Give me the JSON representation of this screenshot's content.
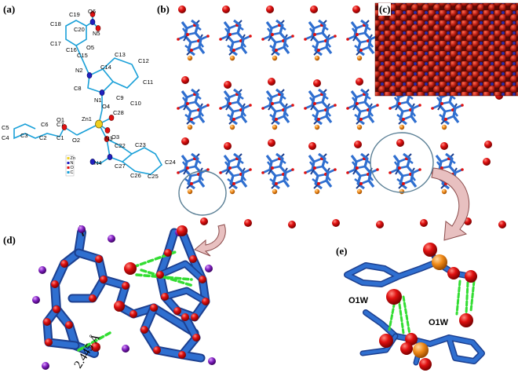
{
  "panels": {
    "a": "(a)",
    "b": "(b)",
    "c": "(c)",
    "d": "(d)",
    "e": "(e)"
  },
  "panel_a": {
    "atoms": [
      "O6",
      "C19",
      "C18",
      "C20",
      "N5",
      "C17",
      "O5",
      "C16",
      "C15",
      "C13",
      "C14",
      "N2",
      "C12",
      "C8",
      "C11",
      "N1",
      "C9",
      "C10",
      "O4",
      "C28",
      "Zn1",
      "C7",
      "O1",
      "C6",
      "C5",
      "C4",
      "C3",
      "C2",
      "C1",
      "O2",
      "O3",
      "N3",
      "C22",
      "C23",
      "N4",
      "C27",
      "C24",
      "C26",
      "C25"
    ],
    "legend": [
      "Zn",
      "N",
      "O",
      "C"
    ]
  },
  "panel_d": {
    "distance": "2.445 Å"
  },
  "panel_e": {
    "water_labels": [
      "O1W",
      "O1W"
    ]
  },
  "colors": {
    "bond": "#2f6fd0",
    "bond_dark": "#1c3f8f",
    "oxygen": "#e01010",
    "zinc": "#f08a18",
    "nitrogen": "#8020c0",
    "hbond": "#33dd33",
    "carbon_a": "#1aa0d8",
    "zinc_a": "#f0d020",
    "arrow_fill": "#e8c0c0",
    "arrow_edge": "#8a4a4a",
    "spacefill": "#b31a0f"
  }
}
